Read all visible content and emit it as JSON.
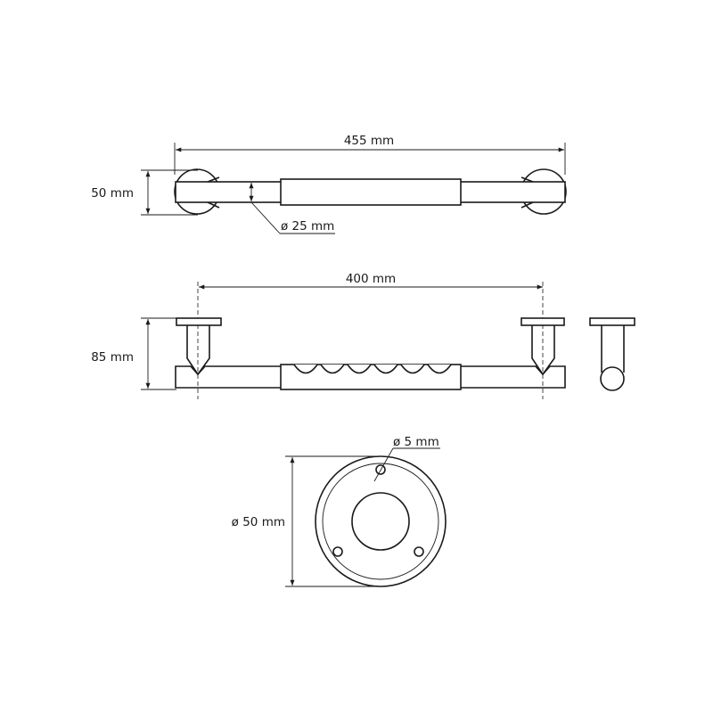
{
  "top_view": {
    "width_label": "455 mm",
    "depth_label": "50 mm",
    "tube_label": "ø 25 mm"
  },
  "front_view": {
    "width_label": "400 mm",
    "height_label": "85 mm"
  },
  "flange_view": {
    "diameter_label": "ø 50 mm",
    "hole_label": "ø 5 mm"
  }
}
